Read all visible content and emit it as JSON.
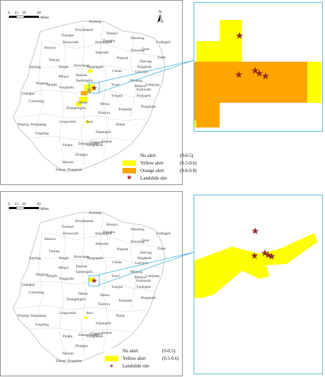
{
  "colors": {
    "yellow": "#ffff00",
    "orange": "#ffa500",
    "star": "#a4262c",
    "highlight": "#4fb8de",
    "boundary": "#b5b5b5"
  },
  "scale_bar": {
    "ticks": [
      "0",
      "15",
      "30",
      "60"
    ],
    "unit": "Miles"
  },
  "north_arrow": {
    "label": "N"
  },
  "place_names": [
    "Pucheng",
    "Wuyishanshi",
    "Guangze",
    "Zhouwushi",
    "Shaowu",
    "Shongxi",
    "Zhenghe",
    "Shouning",
    "Fudingshi",
    "Jianyangshi",
    "Jianoushi",
    "Zhouning",
    "Fuan",
    "Xiapu",
    "Taining",
    "Jiangle",
    "Shunchang",
    "Zherong",
    "Pingnan",
    "Jianning",
    "Mingxi",
    "Nanpingshi",
    "Ningdeshi",
    "Luoyuan",
    "Shaxian",
    "Sanmingshi",
    "Gutian",
    "Minqing",
    "Lianjiang",
    "Ninghua",
    "Qingliu",
    "Yonganshi",
    "Youxi",
    "Minhou",
    "Fuzhoushi",
    "Changtai",
    "Liancheng",
    "Datian",
    "Yongtai",
    "Fuqingshi",
    "Zhangpingshi",
    "Dehua",
    "Putianshi",
    "Pingtanshi",
    "Xianyou",
    "Wuping",
    "Shanghang",
    "Longyanshi",
    "Anxi",
    "Huian",
    "Jinjiangshi",
    "Yongding",
    "Changtai",
    "Jinmen",
    "Pinghe",
    "Zhangzhoushi",
    "Longhaishi",
    "Zhangpu",
    "Yunxiao",
    "Zhaoan",
    "Dongshan"
  ],
  "panels": [
    {
      "legend": [
        {
          "label": "No alert",
          "range": "(0-0.5)"
        },
        {
          "label": "Yellow alert",
          "range": "(0.5-0.6)"
        },
        {
          "label": "Orange alert",
          "range": "(0.6-0.8)"
        },
        {
          "label": "Landslide site",
          "range": ""
        }
      ]
    },
    {
      "legend": [
        {
          "label": "No alert",
          "range": "(0-0.5)"
        },
        {
          "label": "Yellow alert",
          "range": "(0.5-0.6)"
        },
        {
          "label": "Landslide site",
          "range": ""
        }
      ]
    }
  ]
}
